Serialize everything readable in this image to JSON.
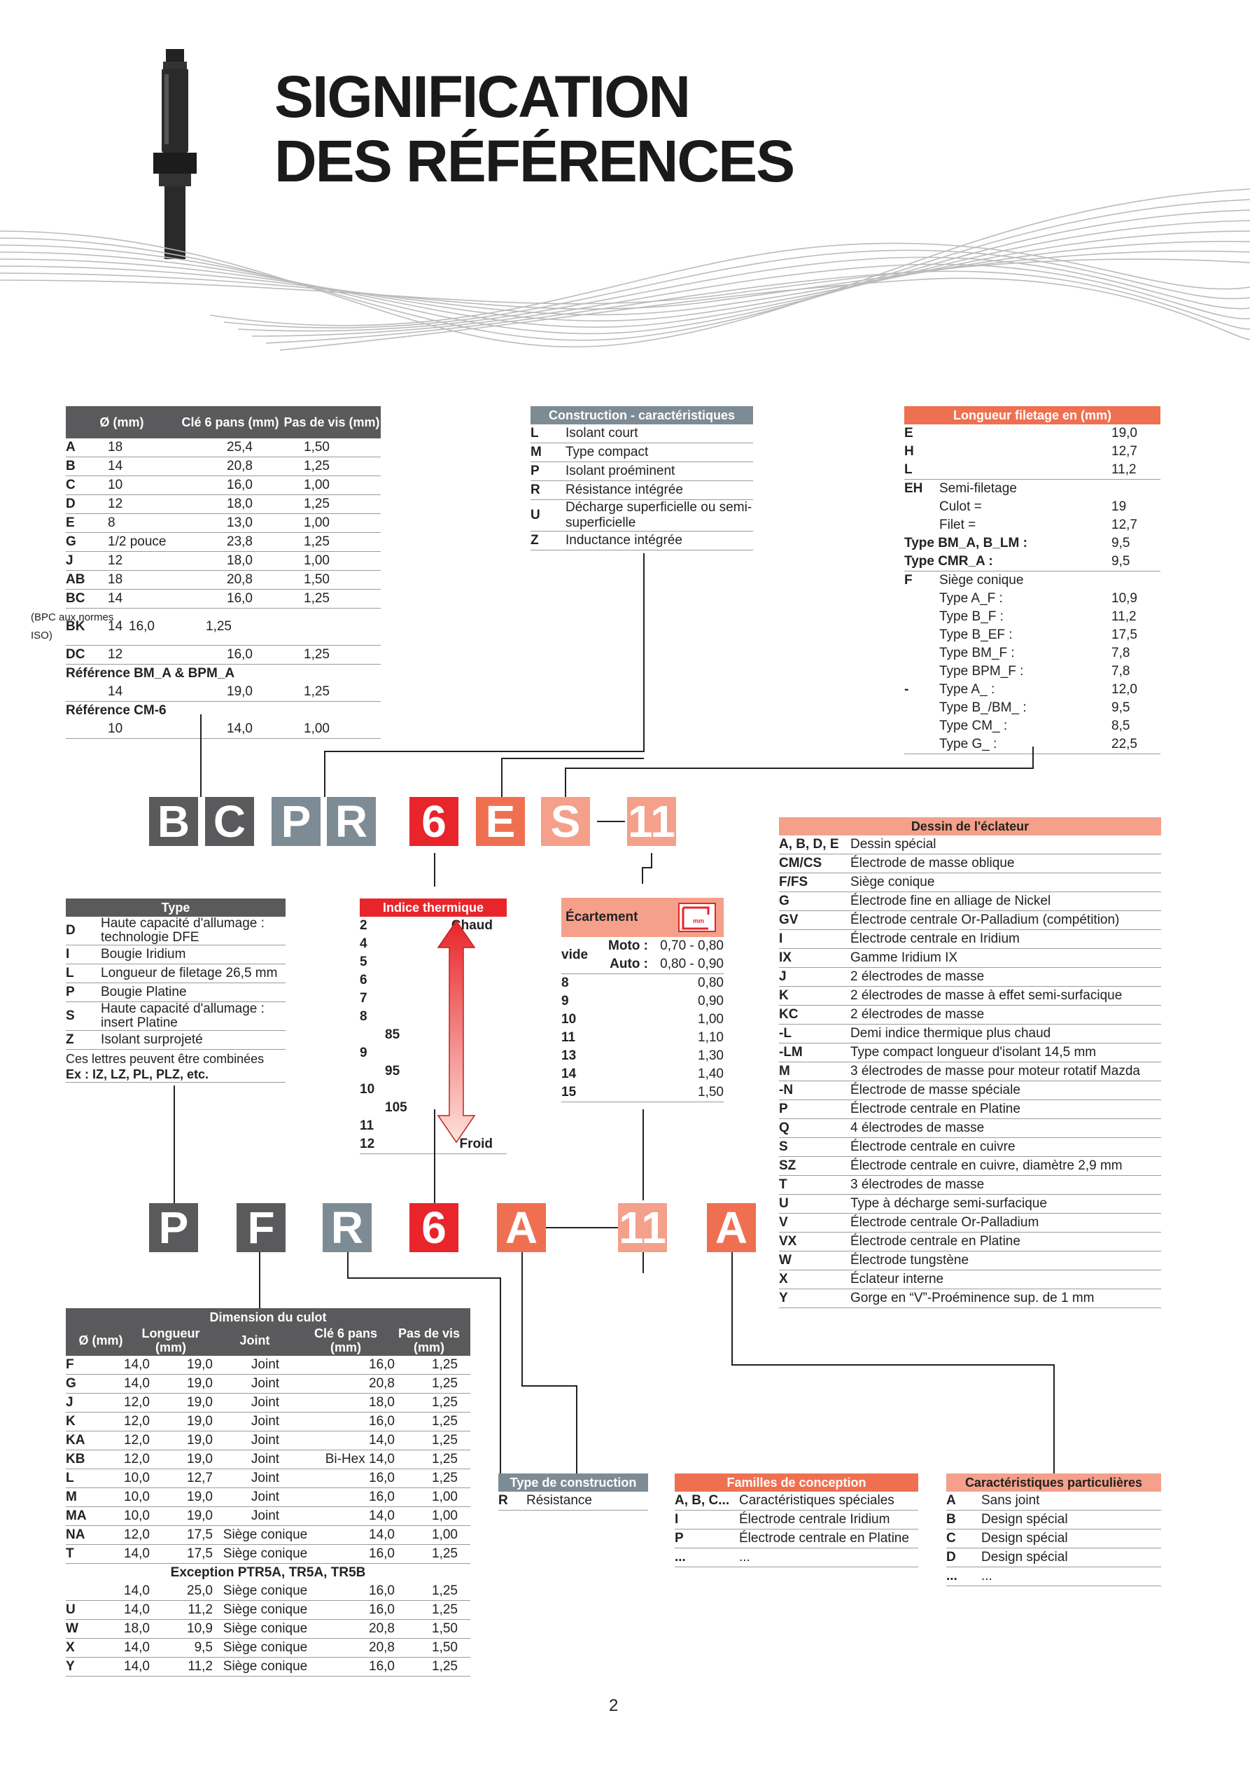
{
  "title": {
    "line1": "SIGNIFICATION",
    "line2": "DES RÉFÉRENCES"
  },
  "code1": {
    "boxes": [
      "B",
      "C",
      "P",
      "R",
      "6",
      "E",
      "S",
      "11"
    ]
  },
  "code2": {
    "boxes": [
      "P",
      "F",
      "R",
      "6",
      "A",
      "11",
      "A"
    ]
  },
  "thread": {
    "headers": [
      "Ø (mm)",
      "Clé 6 pans (mm)",
      "Pas de vis (mm)"
    ],
    "rows": [
      [
        "A",
        "18",
        "25,4",
        "1,50"
      ],
      [
        "B",
        "14",
        "20,8",
        "1,25"
      ],
      [
        "C",
        "10",
        "16,0",
        "1,00"
      ],
      [
        "D",
        "12",
        "18,0",
        "1,25"
      ],
      [
        "E",
        "8",
        "13,0",
        "1,00"
      ],
      [
        "G",
        "1/2 pouce",
        "23,8",
        "1,25"
      ],
      [
        "J",
        "12",
        "18,0",
        "1,00"
      ],
      [
        "AB",
        "18",
        "20,8",
        "1,50"
      ],
      [
        "BC",
        "14",
        "16,0",
        "1,25"
      ],
      [
        "BK",
        "14",
        "16,0",
        "1,25"
      ],
      [
        "DC",
        "12",
        "16,0",
        "1,25"
      ]
    ],
    "bk_note": "(BPC aux normes ISO)",
    "ref_bm_title": "Référence BM_A & BPM_A",
    "ref_bm": [
      "14",
      "19,0",
      "1,25"
    ],
    "ref_cm_title": "Référence CM-6",
    "ref_cm": [
      "10",
      "14,0",
      "1,00"
    ]
  },
  "construction": {
    "header": "Construction - caractéristiques",
    "rows": [
      [
        "L",
        "Isolant court"
      ],
      [
        "M",
        "Type compact"
      ],
      [
        "P",
        "Isolant proéminent"
      ],
      [
        "R",
        "Résistance intégrée"
      ],
      [
        "U",
        "Décharge superficielle ou semi-superficielle"
      ],
      [
        "Z",
        "Inductance intégrée"
      ]
    ]
  },
  "length": {
    "header": "Longueur filetage en (mm)",
    "rows": [
      [
        "E",
        "",
        "19,0"
      ],
      [
        "H",
        "",
        "12,7"
      ],
      [
        "L",
        "",
        "11,2"
      ],
      [
        "EH",
        "Semi-filetage",
        ""
      ],
      [
        "",
        "Culot =",
        "19"
      ],
      [
        "",
        "Filet =",
        "12,7"
      ],
      [
        "Type BM_A, B_LM :",
        "",
        "9,5"
      ],
      [
        "Type CMR_A :",
        "",
        "9,5"
      ],
      [
        "F",
        "Siège conique",
        ""
      ],
      [
        "",
        "Type A_F :",
        "10,9"
      ],
      [
        "",
        "Type B_F :",
        "11,2"
      ],
      [
        "",
        "Type B_EF :",
        "17,5"
      ],
      [
        "",
        "Type BM_F :",
        "7,8"
      ],
      [
        "",
        "Type BPM_F :",
        "7,8"
      ],
      [
        "-",
        "Type A_ :",
        "12,0"
      ],
      [
        "",
        "Type B_/BM_ :",
        "9,5"
      ],
      [
        "",
        "Type CM_ :",
        "8,5"
      ],
      [
        "",
        "Type G_ :",
        "22,5"
      ]
    ]
  },
  "type": {
    "header": "Type",
    "rows": [
      [
        "D",
        "Haute capacité d'allumage : technologie DFE"
      ],
      [
        "I",
        "Bougie Iridium"
      ],
      [
        "L",
        "Longueur de filetage 26,5 mm"
      ],
      [
        "P",
        "Bougie Platine"
      ],
      [
        "S",
        "Haute capacité d'allumage : insert Platine"
      ],
      [
        "Z",
        "Isolant surprojeté"
      ]
    ],
    "note1": "Ces lettres peuvent être combinées",
    "note2": "Ex : IZ, LZ, PL, PLZ, etc."
  },
  "heat": {
    "header": "Indice thermique",
    "hot": "Chaud",
    "cold": "Froid",
    "rows": [
      "2",
      "4",
      "5",
      "6",
      "7",
      "8",
      "85",
      "9",
      "95",
      "10",
      "105",
      "11",
      "12"
    ]
  },
  "gap": {
    "header": "Écartement",
    "vide": "vide",
    "moto": "Moto :",
    "moto_v": "0,70 - 0,80",
    "auto": "Auto :",
    "auto_v": "0,80 - 0,90",
    "rows": [
      [
        "8",
        "0,80"
      ],
      [
        "9",
        "0,90"
      ],
      [
        "10",
        "1,00"
      ],
      [
        "11",
        "1,10"
      ],
      [
        "13",
        "1,30"
      ],
      [
        "14",
        "1,40"
      ],
      [
        "15",
        "1,50"
      ]
    ]
  },
  "electrode": {
    "header": "Dessin de l'éclateur",
    "rows": [
      [
        "A, B, D, E",
        "Dessin spécial"
      ],
      [
        "CM/CS",
        "Électrode de masse oblique"
      ],
      [
        "F/FS",
        "Siège conique"
      ],
      [
        "G",
        "Électrode fine en alliage de Nickel"
      ],
      [
        "GV",
        "Électrode centrale Or-Palladium (compétition)"
      ],
      [
        "I",
        "Électrode centrale en Iridium"
      ],
      [
        "IX",
        "Gamme Iridium IX"
      ],
      [
        "J",
        "2 électrodes de masse"
      ],
      [
        "K",
        "2 électrodes de masse à effet semi-surfacique"
      ],
      [
        "KC",
        "2 électrodes de masse"
      ],
      [
        "-L",
        "Demi indice thermique plus chaud"
      ],
      [
        "-LM",
        "Type compact longueur d'isolant 14,5 mm"
      ],
      [
        "M",
        "3 électrodes de masse pour moteur rotatif Mazda"
      ],
      [
        "-N",
        "Électrode de masse spéciale"
      ],
      [
        "P",
        "Électrode centrale en Platine"
      ],
      [
        "Q",
        "4 électrodes de masse"
      ],
      [
        "S",
        "Électrode centrale en cuivre"
      ],
      [
        "SZ",
        "Électrode centrale en cuivre, diamètre 2,9 mm"
      ],
      [
        "T",
        "3 électrodes de masse"
      ],
      [
        "U",
        "Type à décharge semi-surfacique"
      ],
      [
        "V",
        "Électrode centrale Or-Palladium"
      ],
      [
        "VX",
        "Électrode centrale en Platine"
      ],
      [
        "W",
        "Électrode tungstène"
      ],
      [
        "X",
        "Éclateur interne"
      ],
      [
        "Y",
        "Gorge en “V”-Proéminence sup. de 1 mm"
      ]
    ]
  },
  "culot": {
    "header": "Dimension du culot",
    "cols": [
      "Ø (mm)",
      "Longueur (mm)",
      "Joint",
      "Clé 6 pans (mm)",
      "Pas de vis (mm)"
    ],
    "rows": [
      [
        "F",
        "14,0",
        "19,0",
        "Joint",
        "16,0",
        "1,25"
      ],
      [
        "G",
        "14,0",
        "19,0",
        "Joint",
        "20,8",
        "1,25"
      ],
      [
        "J",
        "12,0",
        "19,0",
        "Joint",
        "18,0",
        "1,25"
      ],
      [
        "K",
        "12,0",
        "19,0",
        "Joint",
        "16,0",
        "1,25"
      ],
      [
        "KA",
        "12,0",
        "19,0",
        "Joint",
        "14,0",
        "1,25"
      ],
      [
        "KB",
        "12,0",
        "19,0",
        "Joint",
        "Bi-Hex 14,0",
        "1,25"
      ],
      [
        "L",
        "10,0",
        "12,7",
        "Joint",
        "16,0",
        "1,25"
      ],
      [
        "M",
        "10,0",
        "19,0",
        "Joint",
        "16,0",
        "1,00"
      ],
      [
        "MA",
        "10,0",
        "19,0",
        "Joint",
        "14,0",
        "1,00"
      ],
      [
        "NA",
        "12,0",
        "17,5",
        "Siège conique",
        "14,0",
        "1,00"
      ],
      [
        "T",
        "14,0",
        "17,5",
        "Siège conique",
        "16,0",
        "1,25"
      ]
    ],
    "exc_title": "Exception PTR5A, TR5A, TR5B",
    "exc_rows": [
      [
        "",
        "14,0",
        "25,0",
        "Siège conique",
        "16,0",
        "1,25"
      ],
      [
        "U",
        "14,0",
        "11,2",
        "Siège conique",
        "16,0",
        "1,25"
      ],
      [
        "W",
        "18,0",
        "10,9",
        "Siège conique",
        "20,8",
        "1,50"
      ],
      [
        "X",
        "14,0",
        "9,5",
        "Siège conique",
        "20,8",
        "1,50"
      ],
      [
        "Y",
        "14,0",
        "11,2",
        "Siège conique",
        "16,0",
        "1,25"
      ]
    ]
  },
  "ctype": {
    "header": "Type de construction",
    "rows": [
      [
        "R",
        "Résistance"
      ]
    ]
  },
  "family": {
    "header": "Familles de conception",
    "rows": [
      [
        "A, B, C...",
        "Caractéristiques spéciales"
      ],
      [
        "I",
        "Électrode centrale Iridium"
      ],
      [
        "P",
        "Électrode centrale en Platine"
      ],
      [
        "...",
        "..."
      ]
    ]
  },
  "special": {
    "header": "Caractéristiques particulières",
    "rows": [
      [
        "A",
        "Sans joint"
      ],
      [
        "B",
        "Design spécial"
      ],
      [
        "C",
        "Design spécial"
      ],
      [
        "D",
        "Design spécial"
      ],
      [
        "...",
        "..."
      ]
    ]
  },
  "page_number": "2"
}
